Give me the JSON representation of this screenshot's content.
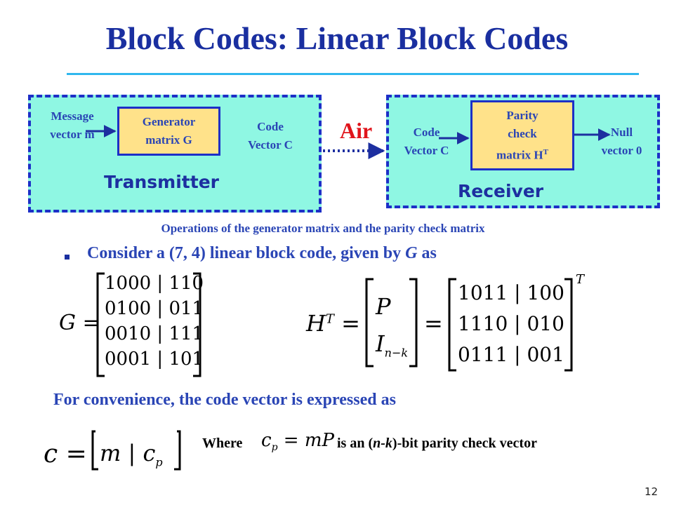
{
  "title": "Block Codes: Linear Block Codes",
  "diagram": {
    "transmitter": {
      "label": "Transmitter",
      "input_line1": "Message",
      "input_line2": "vector m",
      "block_line1": "Generator",
      "block_line2": "matrix G",
      "output_line1": "Code",
      "output_line2": "Vector C"
    },
    "channel": "Air",
    "receiver": {
      "label": "Receiver",
      "input_line1": "Code",
      "input_line2": "Vector C",
      "block_line1": "Parity",
      "block_line2": "check",
      "block_line3": "matrix H",
      "block_sup": "T",
      "output_line1": "Null",
      "output_line2": "vector 0"
    },
    "caption_bold": "Operations",
    "caption_rest": " of the generator matrix and the parity check matrix"
  },
  "bullet": {
    "prefix": "Consider a (7, 4) linear block code, given by ",
    "var": "G",
    "suffix": " as"
  },
  "G_matrix": {
    "name": "G",
    "rows": [
      "1000 | 110",
      "0100 | 011",
      "0010 | 111",
      "0001 | 101"
    ]
  },
  "HT_matrix": {
    "lhs": "H",
    "lhs_sup": "T",
    "block_top": "P",
    "block_bottom": "I",
    "block_bottom_sub": "n−k",
    "rows": [
      "1011 | 100",
      "1110 | 010",
      "0111 | 001"
    ],
    "outer_sup": "T"
  },
  "convenience": "For convenience, the code vector is expressed as",
  "code_vector": {
    "lhs": "c",
    "m": "m",
    "cp": "c",
    "cp_sub": "p"
  },
  "where": {
    "word": "Where",
    "eq_lhs": "c",
    "eq_sub": "p",
    "eq_rhs": " = mP",
    "rest_prefix": "is an (",
    "rest_var": "n-k",
    "rest_suffix": ")-bit parity check vector"
  },
  "page_number": "12",
  "colors": {
    "title": "#1a2fa0",
    "accent_line": "#2fb7ee",
    "panel_fill": "#8ff7e3",
    "panel_border": "#1d2fc7",
    "block_fill": "#ffe28a",
    "channel_label": "#e0141b"
  }
}
